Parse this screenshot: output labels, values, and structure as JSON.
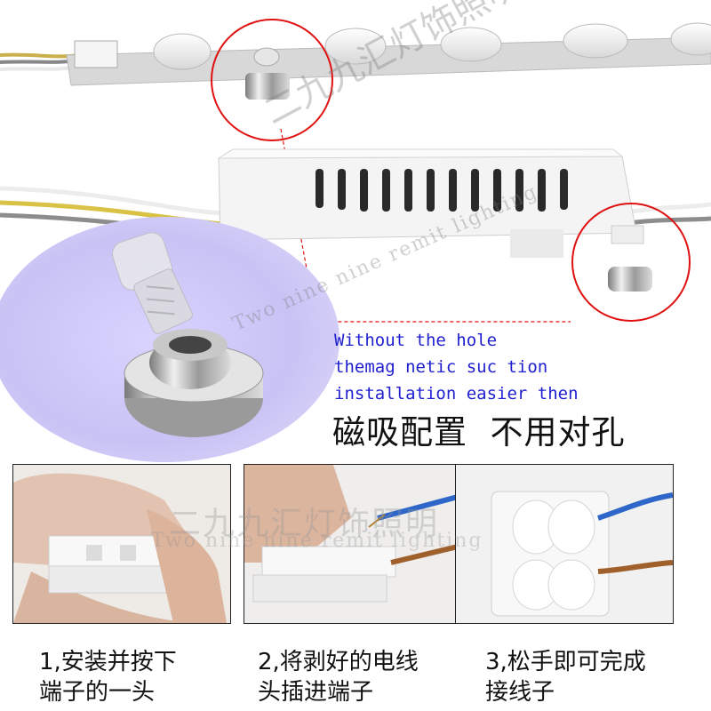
{
  "captions": {
    "line1": "Without the hole",
    "line2": "themag netic suc tion",
    "line3": "installation easier then",
    "chinese": "磁吸配置  不用对孔"
  },
  "watermarks": {
    "cn": "二九九汇灯饰照明",
    "en": "Two nine nine remit lighting"
  },
  "steps": [
    {
      "label_line1": "1,安装并按下",
      "label_line2": "端子的一头"
    },
    {
      "label_line1": "2,将剥好的电线",
      "label_line2": "头插进端子"
    },
    {
      "label_line1": "3,松手即可完成",
      "label_line2": "接线子"
    }
  ],
  "colors": {
    "caption_en": "#1f1fd0",
    "highlight_circle": "#e01010",
    "purple_glow": "#c9c3f5"
  }
}
